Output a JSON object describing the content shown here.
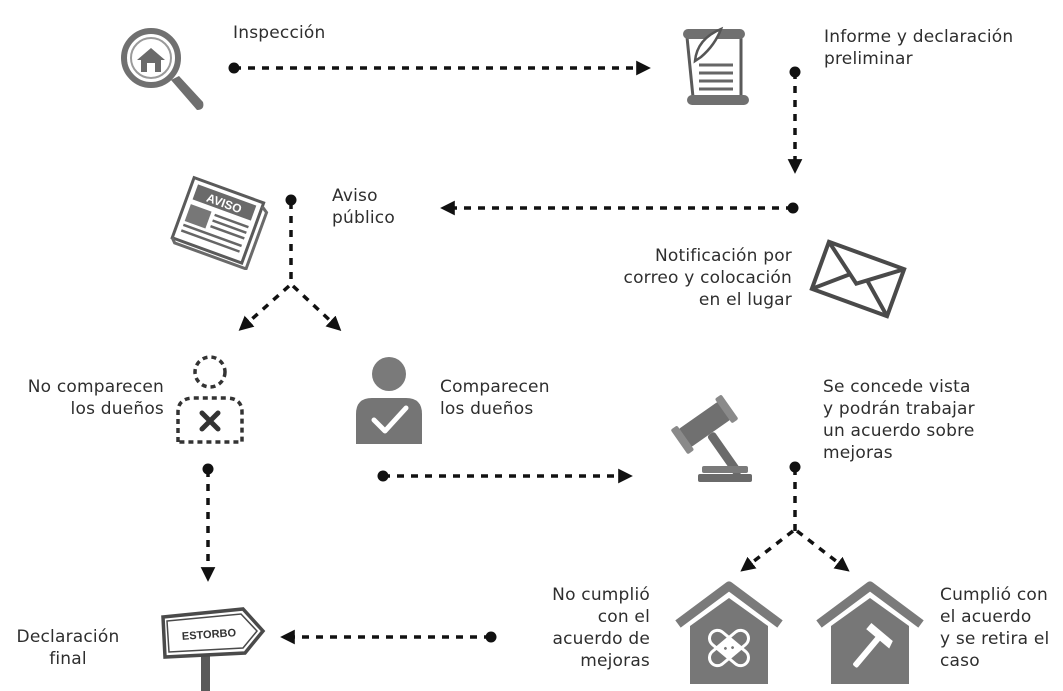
{
  "steps": {
    "inspeccion": [
      "Inspección"
    ],
    "informe": [
      "Informe y declaración",
      "preliminar"
    ],
    "aviso": [
      "Aviso",
      "público"
    ],
    "notificacion": [
      "Notificación por",
      "correo y colocación",
      "en el lugar"
    ],
    "no_comparecen": [
      "No comparecen",
      "los dueños"
    ],
    "comparecen": [
      "Comparecen",
      "los dueños"
    ],
    "vista": [
      "Se concede vista",
      "y podrán trabajar",
      "un acuerdo sobre",
      "mejoras"
    ],
    "no_cumplio": [
      "No cumplió",
      "con el",
      "acuerdo de",
      "mejoras"
    ],
    "cumplio": [
      "Cumplió con",
      "el acuerdo",
      "y se retira el",
      "caso"
    ],
    "declaracion_final": [
      "Declaración",
      "final"
    ]
  },
  "icon_text": {
    "newspaper": "AVISO",
    "sign": "ESTORBO"
  },
  "colors": {
    "icon_gray": "#757575",
    "icon_dark": "#3d3d3d",
    "arrow": "#111111",
    "text": "#2e2e2e"
  },
  "icons": [
    "magnifier-house-icon",
    "scroll-quill-icon",
    "newspaper-icon",
    "envelope-icon",
    "absent-person-icon",
    "present-person-icon",
    "gavel-icon",
    "house-bandage-icon",
    "house-hammer-icon",
    "signpost-icon"
  ]
}
